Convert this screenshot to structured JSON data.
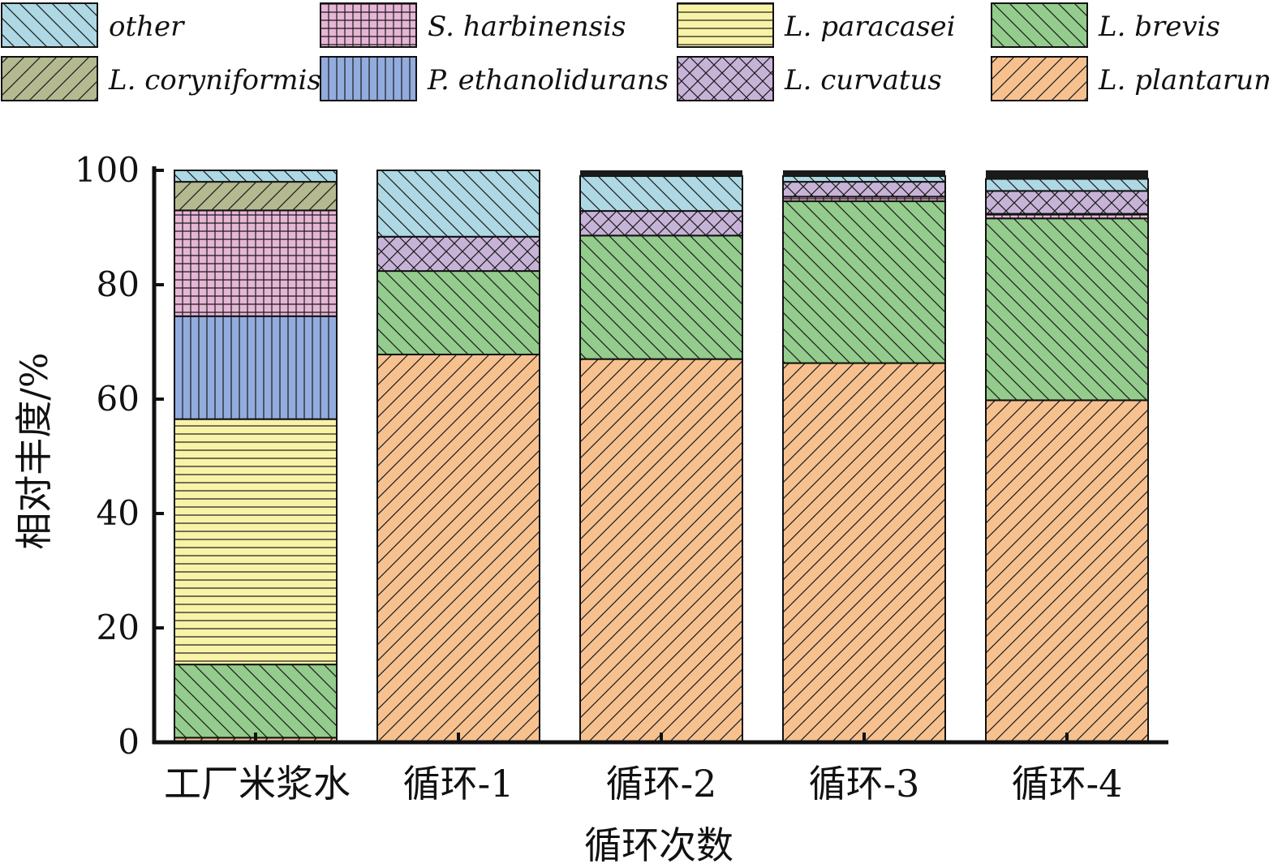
{
  "chart_data": {
    "type": "bar",
    "stacked": true,
    "title": "",
    "xlabel": "循环次数",
    "ylabel": "相对丰度/%",
    "ylim": [
      0,
      100
    ],
    "yticks": [
      "0",
      "20",
      "40",
      "60",
      "80",
      "100"
    ],
    "categories": [
      "工厂米浆水",
      "循环-1",
      "循环-2",
      "循环-3",
      "循环-4"
    ],
    "legend_position": "top",
    "legend": [
      "other",
      "S. harbinensis",
      "L. paracasei",
      "L. brevis",
      "L. coryniformis",
      "P. ethanolidurans",
      "L. curvatus",
      "L. plantarum"
    ],
    "series": [
      {
        "name": "L. plantarum",
        "values": [
          0.8,
          67.8,
          67.0,
          66.3,
          59.8
        ],
        "color": "#f7c18f",
        "pattern": "diag-fwd"
      },
      {
        "name": "L. brevis",
        "values": [
          12.8,
          14.6,
          21.6,
          28.3,
          31.8
        ],
        "color": "#93cc8c",
        "pattern": "diag-back"
      },
      {
        "name": "L. paracasei",
        "values": [
          42.9,
          0,
          0,
          0,
          0
        ],
        "color": "#f8f3a7",
        "pattern": "horizontal"
      },
      {
        "name": "P. ethanolidurans",
        "values": [
          18.0,
          0,
          0,
          0,
          0
        ],
        "color": "#93acde",
        "pattern": "vertical"
      },
      {
        "name": "S. harbinensis",
        "values": [
          18.5,
          0,
          0,
          0.8,
          0.8
        ],
        "color": "#e7b5d6",
        "pattern": "grid"
      },
      {
        "name": "L. coryniformis",
        "values": [
          5.0,
          0,
          0,
          0,
          0
        ],
        "color": "#b5b990",
        "pattern": "diag-fwd"
      },
      {
        "name": "L. curvatus",
        "values": [
          0,
          6.0,
          4.3,
          2.6,
          4.0
        ],
        "color": "#c8b3d8",
        "pattern": "cross"
      },
      {
        "name": "other",
        "values": [
          2.0,
          11.6,
          6.1,
          1.0,
          2.1
        ],
        "color": "#add8e4",
        "pattern": "diag-back"
      }
    ]
  }
}
